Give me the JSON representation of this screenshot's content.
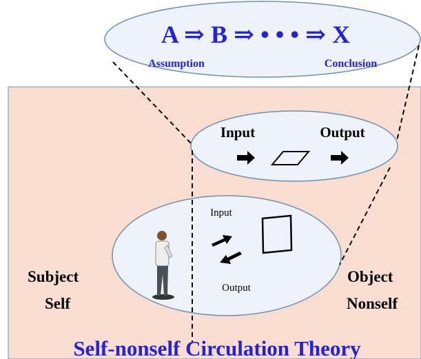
{
  "top_ellipse": {
    "formula": "A ⇒ B ⇒  • • • ⇒ X",
    "left_label": "Assumption",
    "right_label": "Conclusion"
  },
  "middle_ellipse": {
    "input_label": "Input",
    "output_label": "Output"
  },
  "bottom_ellipse": {
    "input_label": "Input",
    "output_label": "Output"
  },
  "side_labels": {
    "left_line1": "Subject",
    "left_line2": "Self",
    "right_line1": "Object",
    "right_line2": "Nonself"
  },
  "title": "Self-nonself Circulation Theory",
  "colors": {
    "panel_bg": "#f8ddd0",
    "ellipse_fill": "#eef3fb",
    "ellipse_stroke": "#6c8fb3",
    "blue_text": "#2222dd",
    "black": "#000000"
  }
}
